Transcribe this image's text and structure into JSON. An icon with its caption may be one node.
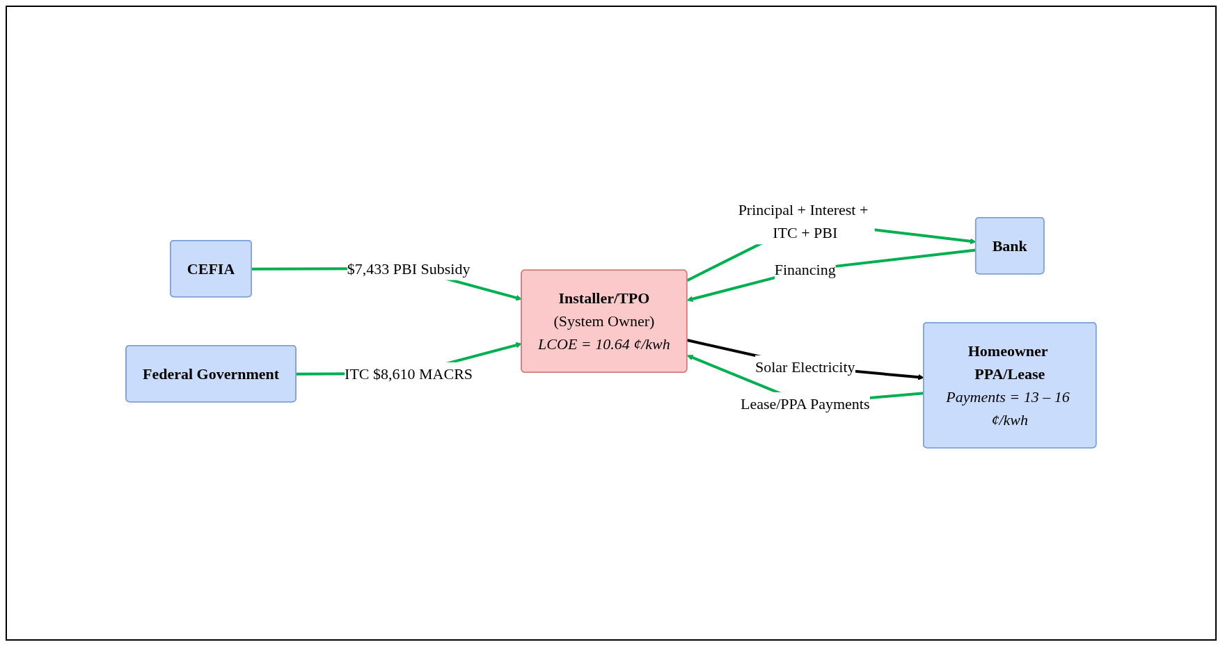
{
  "diagram": {
    "nodes": [
      {
        "text": [
          "CEFIA"
        ]
      },
      {
        "text": [
          "Installer/TPO",
          "(System Owner)",
          "LCOE = 10.64 ¢/kwh"
        ]
      },
      {
        "text": [
          "Bank"
        ]
      },
      {
        "text": [
          "Federal Government"
        ]
      },
      {
        "text": [
          "Homeowner PPA/Lease",
          "Payments = 13 – 16 ¢/kwh"
        ]
      }
    ],
    "edges": [
      {
        "from": 0,
        "to": 1,
        "arrow": "to",
        "label": "$7,433 PBI Subsidy"
      },
      {
        "from": 2,
        "to": 1,
        "arrow": "to",
        "label": "Financing"
      },
      {
        "from": 1,
        "to": 2,
        "arrow": "to",
        "label": "Principal + Interest + ITC + PBI"
      },
      {
        "from": 3,
        "to": 1,
        "arrow": "to",
        "label": "ITC $8,610 MACRS"
      },
      {
        "from": 1,
        "to": 4,
        "arrow": "to",
        "label": "Solar Electricity",
        "color": "#000000"
      },
      {
        "from": 4,
        "to": 1,
        "arrow": "to",
        "label": "Lease/PPA Payments"
      }
    ]
  }
}
